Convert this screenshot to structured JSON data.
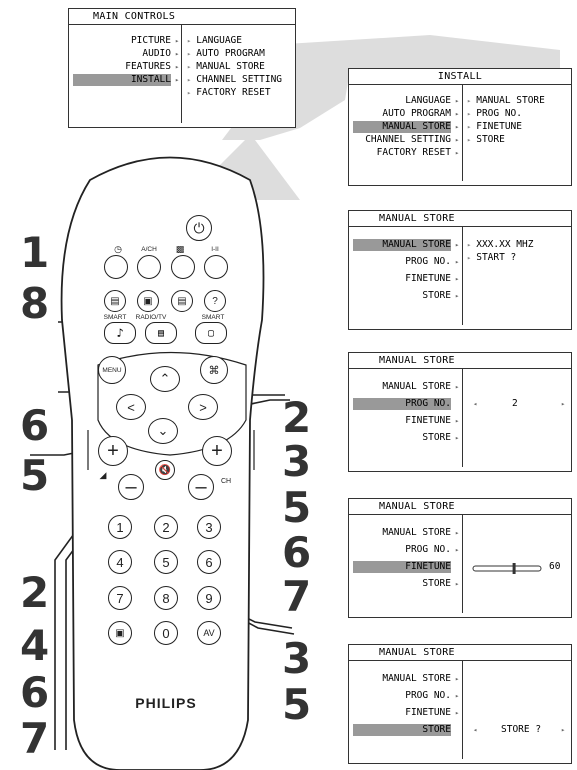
{
  "main_controls": {
    "title": "MAIN CONTROLS",
    "left": [
      "PICTURE",
      "AUDIO",
      "FEATURES",
      "INSTALL"
    ],
    "right": [
      "LANGUAGE",
      "AUTO PROGRAM",
      "MANUAL STORE",
      "CHANNEL SETTING",
      "FACTORY RESET"
    ]
  },
  "install": {
    "title": "INSTALL",
    "left": [
      "LANGUAGE",
      "AUTO PROGRAM",
      "MANUAL STORE",
      "CHANNEL SETTING",
      "FACTORY RESET"
    ],
    "right": [
      "MANUAL STORE",
      "PROG NO.",
      "FINETUNE",
      "STORE"
    ]
  },
  "ms1": {
    "title": "MANUAL STORE",
    "left": [
      "MANUAL STORE",
      "PROG NO.",
      "FINETUNE",
      "STORE"
    ],
    "right": [
      "XXX.XX MHZ",
      "START ?"
    ]
  },
  "ms2": {
    "title": "MANUAL STORE",
    "left": [
      "MANUAL STORE",
      "PROG NO.",
      "FINETUNE",
      "STORE"
    ],
    "value": "2"
  },
  "ms3": {
    "title": "MANUAL STORE",
    "left": [
      "MANUAL STORE",
      "PROG NO.",
      "FINETUNE",
      "STORE"
    ],
    "value": "60",
    "slider_level": 0.6
  },
  "ms4": {
    "title": "MANUAL STORE",
    "left": [
      "MANUAL STORE",
      "PROG NO.",
      "FINETUNE",
      "STORE"
    ],
    "value": "STORE ?"
  },
  "remote": {
    "brand": "PHILIPS",
    "labels": {
      "ach": "A/CH",
      "i_ii": "I-II",
      "smart": "SMART",
      "radiotv": "RADIO/TV",
      "smart2": "SMART",
      "menu": "MENU",
      "ch": "CH",
      "av": "AV"
    },
    "digits": [
      "1",
      "2",
      "3",
      "4",
      "5",
      "6",
      "7",
      "8",
      "9",
      "0"
    ]
  },
  "step_numbers": {
    "left_top": [
      "1",
      "8"
    ],
    "left_mid": [
      "6",
      "5"
    ],
    "right_mid": [
      "2",
      "3",
      "5",
      "6",
      "7"
    ],
    "left_bottom": [
      "2",
      "4",
      "6",
      "7"
    ],
    "right_bottom": [
      "3",
      "5"
    ]
  }
}
